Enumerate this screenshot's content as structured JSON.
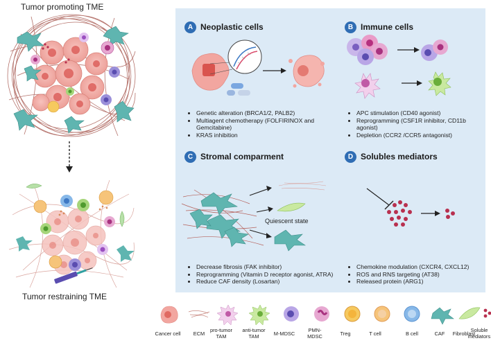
{
  "left": {
    "top_title": "Tumor promoting TME",
    "bottom_title": "Tumor restraining TME"
  },
  "sections": {
    "a": {
      "badge": "A",
      "title": "Neoplastic cells",
      "bullets": [
        "Genetic alteration (BRCA1/2, PALB2)",
        "Multiagent chemotherapy (FOLFIRINOX and Gemcitabine)",
        "KRAS inhibition"
      ]
    },
    "b": {
      "badge": "B",
      "title": "Immune cells",
      "bullets": [
        "APC stimulation (CD40 agonist)",
        "Reprogramming (CSF1R inhibitor, CD11b agonist)",
        "Depletion (CCR2 /CCR5 antagonist)"
      ]
    },
    "c": {
      "badge": "C",
      "title": "Stromal comparment",
      "quiescent_label": "Quiescent state",
      "bullets": [
        "Decrease fibrosis (FAK inhibitor)",
        "Reprogramming (Vitamin D receptor agonist, ATRA)",
        "Reduce CAF density (Losartan)"
      ]
    },
    "d": {
      "badge": "D",
      "title": "Solubles mediators",
      "bullets": [
        "Chemokine modulation (CXCR4, CXCL12)",
        "ROS and RNS targeting (AT38)",
        "Released protein (ARG1)"
      ]
    }
  },
  "legend": [
    {
      "label": "Cancer cell",
      "icon": "cancer-cell-icon"
    },
    {
      "label": "ECM",
      "icon": "ecm-icon"
    },
    {
      "label": "pro-tumor TAM",
      "icon": "pro-tumor-tam-icon"
    },
    {
      "label": "anti-tumor TAM",
      "icon": "anti-tumor-tam-icon"
    },
    {
      "label": "M-MDSC",
      "icon": "m-mdsc-icon"
    },
    {
      "label": "PMN-MDSC",
      "icon": "pmn-mdsc-icon"
    },
    {
      "label": "Treg",
      "icon": "treg-icon"
    },
    {
      "label": "T cell",
      "icon": "t-cell-icon"
    },
    {
      "label": "B cell",
      "icon": "b-cell-icon"
    },
    {
      "label": "CAF",
      "icon": "caf-icon"
    },
    {
      "label": "Fibroblast",
      "icon": "fibroblast-icon"
    },
    {
      "label": "Soluble mediators",
      "icon": "soluble-mediators-icon"
    }
  ],
  "colors": {
    "panel_bg": "#dceaf6",
    "badge": "#2f6db4",
    "cancer": "#f2a6a0",
    "ecm": "#b5605a",
    "caf": "#5fb5b0",
    "mediator": "#b8304f"
  }
}
